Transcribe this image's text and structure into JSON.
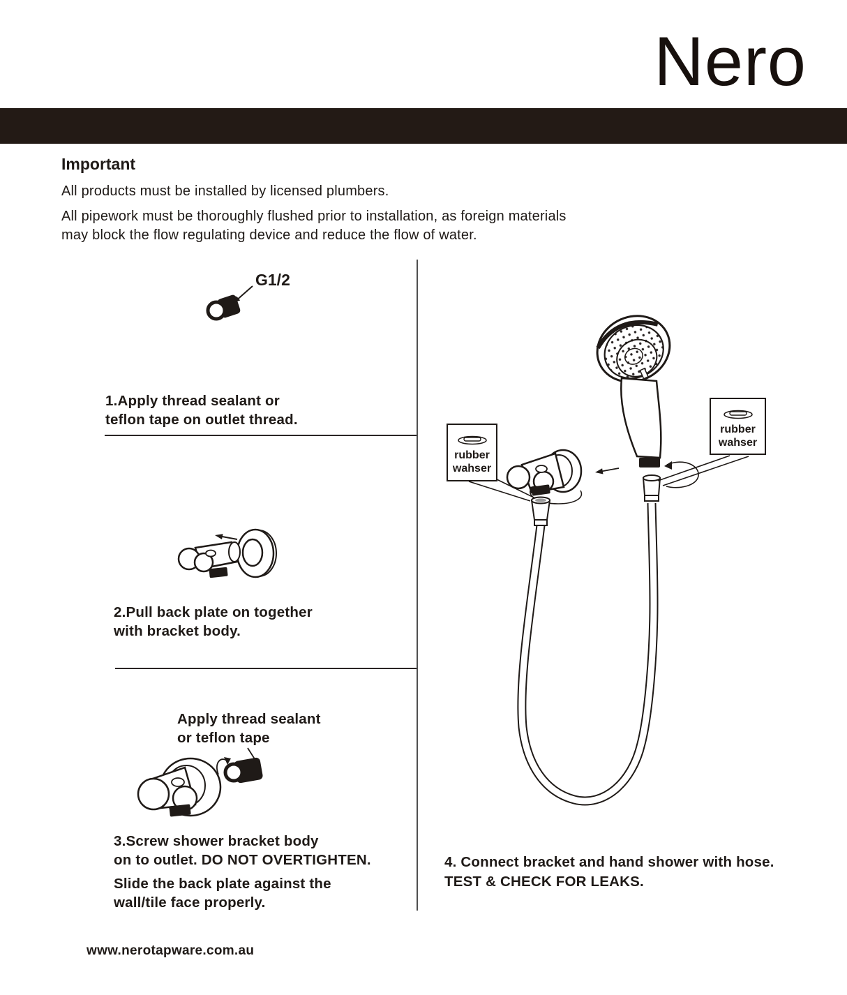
{
  "brand": {
    "logo": "Nero"
  },
  "footer": {
    "website": "www.nerotapware.com.au"
  },
  "notice": {
    "heading": "Important",
    "line1": "All products must be installed by licensed plumbers.",
    "line2": "All pipework must be thoroughly flushed prior to installation, as foreign materials",
    "line3": "may block the flow regulating device and reduce the flow of water."
  },
  "labels": {
    "thread_size": "G1/2",
    "sealant_line1": "Apply thread sealant",
    "sealant_line2": "or teflon tape",
    "washer_line1": "rubber",
    "washer_line2": "wahser"
  },
  "steps": {
    "step1": {
      "line1": "1.Apply thread sealant or",
      "line2": "teflon tape on outlet thread."
    },
    "step2": {
      "line1": "2.Pull back plate on together",
      "line2": "with bracket body."
    },
    "step3": {
      "line1": "3.Screw shower bracket body",
      "line2": "on to outlet. DO NOT OVERTIGHTEN.",
      "line3": "Slide the back plate against the",
      "line4": "wall/tile face properly."
    },
    "step4": {
      "line1": "4. Connect bracket and hand shower with hose.",
      "line2": "TEST & CHECK FOR LEAKS."
    }
  },
  "colors": {
    "band": "#231a15",
    "text": "#1f1a17",
    "divider": "#4f4f4f"
  }
}
